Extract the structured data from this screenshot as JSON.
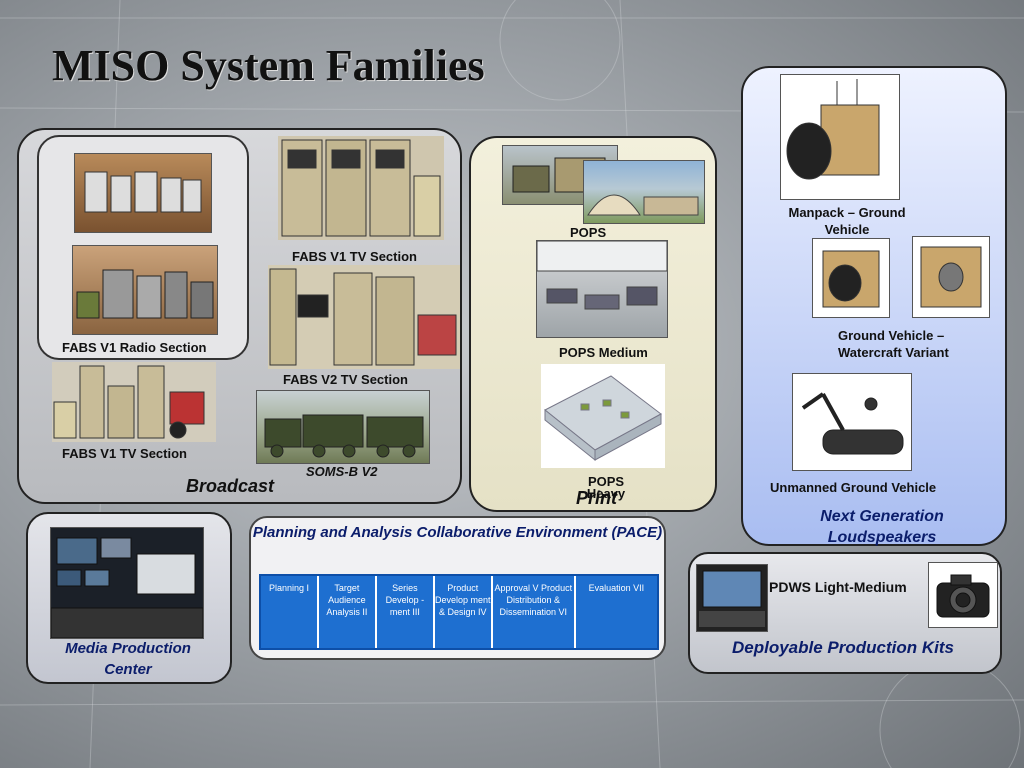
{
  "title": "MISO System Families",
  "broadcast": {
    "caption": "Broadcast",
    "labels": {
      "fabs_v1_tv_top": "FABS V1 TV Section",
      "fabs_v1_radio": "FABS V1 Radio Section",
      "fabs_v2_tv": "FABS V2 TV Section",
      "fabs_v1_tv_bottom": "FABS V1 TV Section",
      "soms_b": "SOMS-B V2"
    }
  },
  "print": {
    "caption": "Print",
    "labels": {
      "pops": "POPS",
      "pops_medium": "POPS Medium",
      "pops_heavy": "POPS Heavy"
    }
  },
  "ngl": {
    "caption": "Next Generation Loudspeakers",
    "labels": {
      "manpack": "Manpack – Ground Vehicle",
      "ground_watercraft": "Ground Vehicle – Watercraft Variant",
      "ugv": "Unmanned Ground Vehicle"
    }
  },
  "mpc": {
    "caption": "Media Production Center"
  },
  "pace": {
    "title": "Planning and Analysis Collaborative Environment (PACE)",
    "cells": [
      "Planning I",
      "Target Audience Analysis II",
      "Series Develop -ment III",
      "Product Develop ment & Design IV",
      "Approval V Product Distribution & Dissemination VI",
      "Evaluation VII"
    ]
  },
  "dpk": {
    "caption": "Deployable Production Kits",
    "label": "PDWS Light-Medium"
  }
}
